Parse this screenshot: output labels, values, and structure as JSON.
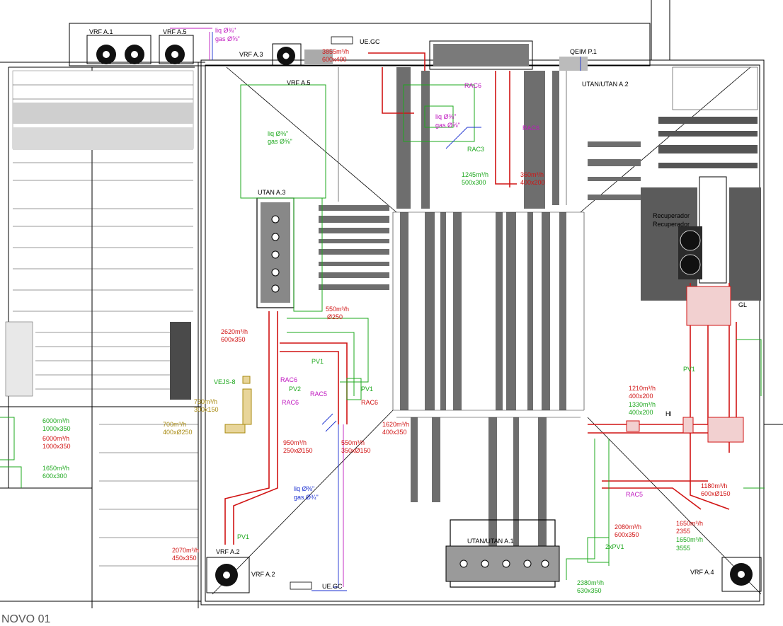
{
  "sheet_label": "NOVO 01",
  "colors": {
    "duct_red": "#d11414",
    "air_green": "#1ea81e",
    "pipe_blue": "#1a2fd0",
    "control_magenta": "#c018c0",
    "olive": "#a88a10",
    "wall_gray": "#6b6b6b",
    "line": "#000000"
  },
  "units": {
    "vrf_a1": "VRF A.1",
    "vrf_a5": "VRF A.5",
    "vrf_a3": "VRF A.3",
    "vrf_a2_upper": "VRF A.2",
    "vrf_a2_lower": "VRF A.2",
    "vrf_a4": "VRF A.4",
    "vrf_a5_mid": "VRF A.5",
    "ue_gc_top": "UE.GC",
    "ue_gc_bottom": "UE.GC",
    "qeim": "QEIM P.1",
    "utan_a3": "UTAN A.3",
    "utan_a1": "UTAN/UTAN A.1",
    "utan_a2": "UTAN/UTAN A.2",
    "vejs": "VEJS-8",
    "recuperador_a": "Recuperador",
    "recuperador_b": "Recuperador"
  },
  "pipes": {
    "liq_top": "liq Ø⅜\"",
    "gas_top": "gas Ø⅝\"",
    "liq_mid": "liq Ø⅜\"",
    "gas_mid": "gas Ø⅝\"",
    "liq_bottom": "liq Ø⅜\"",
    "gas_bottom": "gas Ø¾\"",
    "liq_center": "liq Ø⅜\"",
    "gas_center": "gas Ø⅝\""
  },
  "tags": {
    "rac6_a": "RAC6",
    "rac6_b": "RAC6",
    "rac6_c": "RAC6",
    "rac6_d": "RAC6",
    "rac5_a": "RAC5",
    "rac5_b": "RAC5",
    "rac3": "RAC3",
    "rac6_top": "RAC6",
    "pv1": "PV1",
    "pv2": "PV2",
    "pv1_b": "PV1",
    "pv1_c": "PV1",
    "pv1_d": "2xPV1",
    "pv1_e": "PV1",
    "gl": "GL",
    "hl": "Hl"
  },
  "flows": {
    "f_2620": "2620m³/h",
    "s_600x350": "600x350",
    "f_550": "550m³/h",
    "s_o250": "Ø250",
    "f_730": "730m³/h",
    "s_300x150": "300x150",
    "f_700": "700m³/h",
    "s_400x0250": "400xØ250",
    "f_950": "950m³/h",
    "s_250xo150": "250xØ150",
    "f_550b": "550m³/h",
    "s_350xo150": "350xØ150",
    "f_6000": "6000m³/h",
    "s_1000x350": "1000x350",
    "f_6000b": "6000m³/h",
    "s_1000x350b": "1000x350",
    "f_1650": "1650m³/h",
    "s_600x300": "600x300",
    "f_2070": "2070m³/h",
    "s_450x350": "450x350",
    "f_1210": "1210m³/h",
    "s_400x200": "400x200",
    "f_1330": "1330m³/h",
    "s_400x200b": "400x200",
    "f_2080": "2080m³/h",
    "f_1650b": "1650m³/h",
    "s_2355": "2355",
    "f_1650c": "1650m³/h",
    "s_3555": "3555",
    "f_1180": "1180m³/h",
    "s_600xo150": "600xØ150",
    "f_2380": "2380m³/h",
    "s_630x350": "630x350",
    "f_3855": "3855m³/h",
    "s_600x4": "600x400",
    "f_360": "360m³/h",
    "s_400x200c": "400x200",
    "f_1245": "1245m³/h",
    "s_500x300": "500x300",
    "f_1620": "1620m³/h",
    "s_400x350": "400x350"
  }
}
